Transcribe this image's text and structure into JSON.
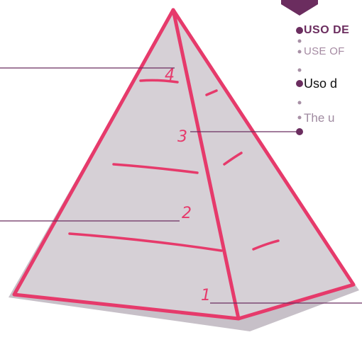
{
  "colors": {
    "pyramid_fill": "#d6d0d6",
    "pyramid_shadow": "#c7c0c8",
    "outline": "#e63a6b",
    "connector": "#6b2d5f",
    "dot": "#6b2d5f",
    "dot_light": "#a890a6",
    "heading_text": "#6b2d5f",
    "subheading_text": "#a58aa2",
    "body_text": "#111111",
    "muted_text": "#9f8aa0"
  },
  "levels": [
    {
      "label": "4"
    },
    {
      "label": "3"
    },
    {
      "label": "2"
    },
    {
      "label": "1"
    }
  ],
  "side_panel": {
    "heading": "USO DE",
    "subheading": "USE OF",
    "body": "Uso d",
    "muted": "The u"
  }
}
